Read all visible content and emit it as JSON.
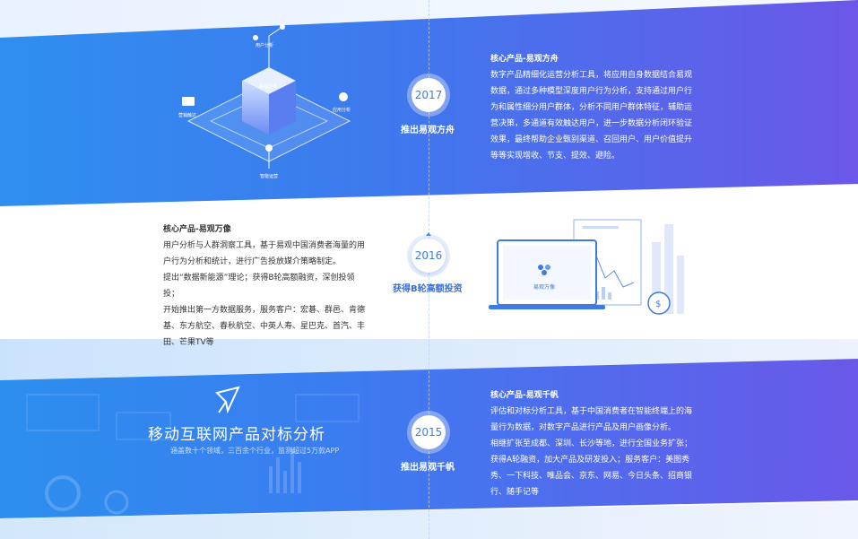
{
  "timeline": [
    {
      "year": "2017",
      "milestone": "推出易观方舟",
      "heading": "核心产品-易观方舟",
      "lines": [
        "数字产品精细化运营分析工具，将应用自身数据结合易观",
        "数据，通过多种模型深度用户行为分析，支持通过用户行",
        "为和属性细分用户群体，分析不同用户群体特征，辅助运",
        "营决策，多通道有效触达用户，进一步数据分析闭环验证",
        "效果，最终帮助企业甄别渠道、召回用户、用户价值提升",
        "等等实现增收、节支、提效、避险。"
      ]
    },
    {
      "year": "2016",
      "milestone": "获得B轮高额投资",
      "heading": "核心产品-易观万像",
      "lines": [
        "用户分析与人群洞察工具，基于易观中国消费者海量的用",
        "户行为分析和统计，进行广告投放媒介策略制定。",
        "提出“数据新能源”理论；获得B轮高额融资，深创投领",
        "投；",
        "开始推出第一方数据服务，服务客户：宏碁、群邑、肯德",
        "基、东方航空、春秋航空、中英人寿、星巴克、首汽、丰",
        "田、芒果TV等"
      ],
      "laptop_label": "易观万像"
    },
    {
      "year": "2015",
      "milestone": "推出易观千帆",
      "heading": "核心产品-易观千帆",
      "lines": [
        "评估和对标分析工具，基于中国消费者在智能终端上的海",
        "量行为数据，对数字产品进行产品及用户画像分析。",
        "相继扩张至成都、深圳、长沙等地，进行全国业务扩张；",
        "获得A轮融资，加大产品及研发投入；服务客户：美图秀",
        "秀、一下科技、唯品会、京东、网易、今日头条、招商银",
        "行、随手记等"
      ],
      "promo_title": "移动互联网产品对标分析",
      "promo_subtitle": "涵盖数十个领域，三百余个行业，监测超过5万款APP"
    }
  ],
  "iso_labels": [
    "用户分析",
    "易观方舟",
    "营销触达",
    "应用分析",
    "智能运营"
  ],
  "colors": {
    "band_start": "#2f8ff0",
    "band_end": "#6b57e8",
    "year_text": "#3a7de0",
    "dark_text": "#333333"
  }
}
